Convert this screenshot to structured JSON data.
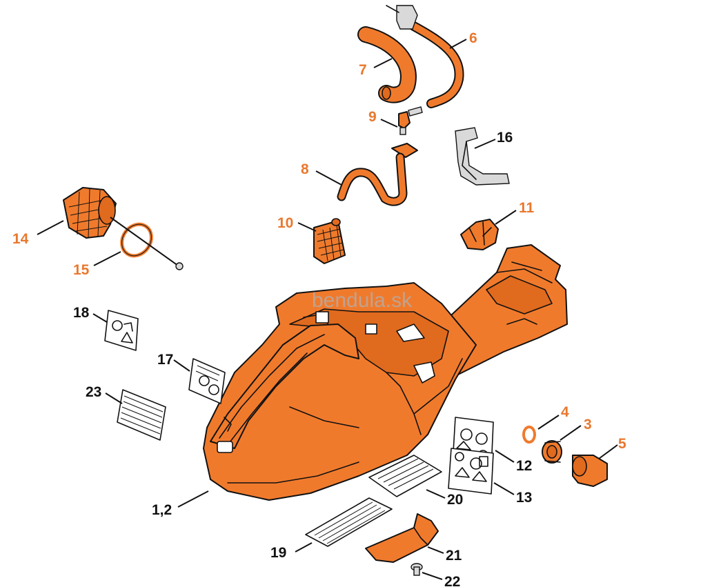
{
  "watermark": "bendula.sk",
  "colors": {
    "part": "#f07a2c",
    "label_orange": "#e8782e",
    "label_black": "#111111"
  },
  "labels": {
    "p1_2": "1,2",
    "p3": "3",
    "p4": "4",
    "p5": "5",
    "p6": "6",
    "p7": "7",
    "p8": "8",
    "p9": "9",
    "p10": "10",
    "p11": "11",
    "p12": "12",
    "p13": "13",
    "p14": "14",
    "p15": "15",
    "p16": "16",
    "p17": "17",
    "p18": "18",
    "p19": "19",
    "p20": "20",
    "p21": "21",
    "p22": "22",
    "p23": "23"
  }
}
